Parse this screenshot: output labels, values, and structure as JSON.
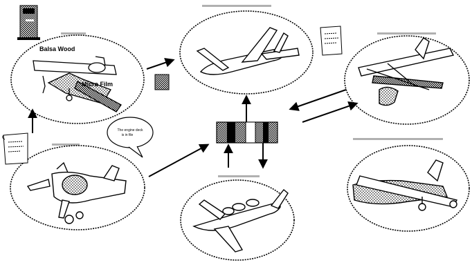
{
  "labels": {
    "balsa_wood": "Balsa Wood",
    "micro_film": "Micro Film",
    "speech_bubble_line1": "The engine deck",
    "speech_bubble_line2": "is in file"
  },
  "colors": {
    "ink": "#000000",
    "paper": "#ffffff",
    "hatch": "#555555"
  },
  "icons": {
    "computer": "computer-tower-icon",
    "document": "document-scroll-icon",
    "processor": "hub-processor-icon",
    "chip": "chip-icon"
  }
}
